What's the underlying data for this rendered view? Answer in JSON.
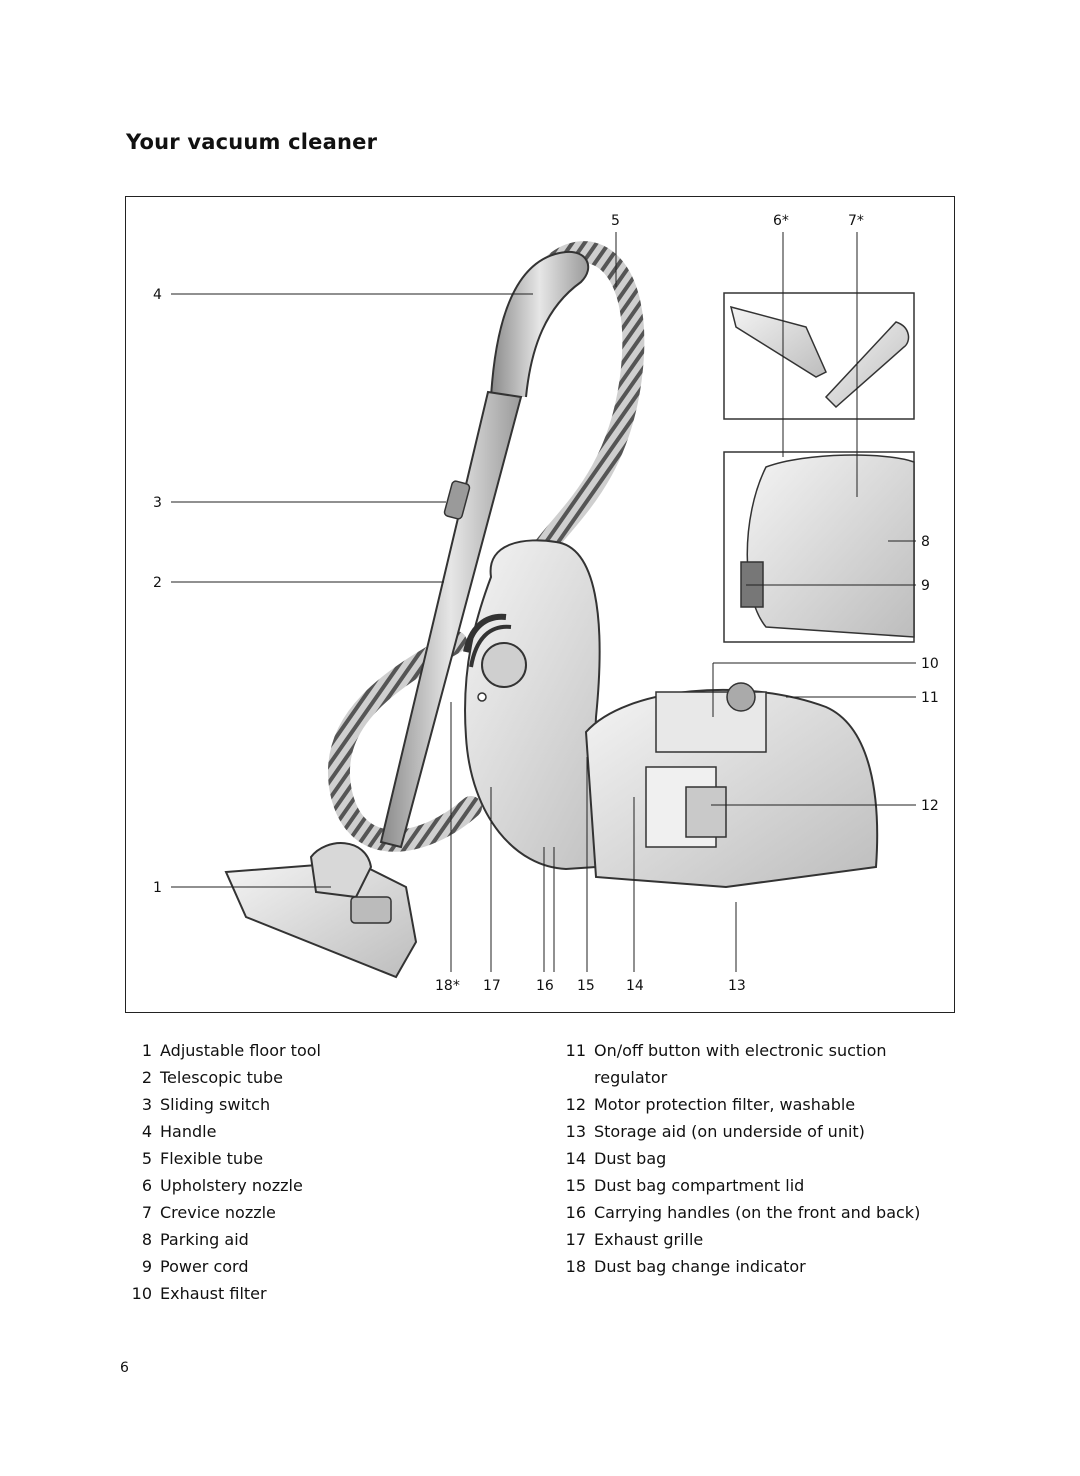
{
  "page": {
    "title": "Your vacuum cleaner",
    "page_number": "6"
  },
  "callouts": {
    "c1": "1",
    "c2": "2",
    "c3": "3",
    "c4": "4",
    "c5": "5",
    "c6": "6*",
    "c7": "7*",
    "c8": "8",
    "c9": "9",
    "c10": "10",
    "c11": "11",
    "c12": "12",
    "c13": "13",
    "c14": "14",
    "c15": "15",
    "c16": "16",
    "c17": "17",
    "c18": "18*"
  },
  "legend": {
    "left": [
      {
        "num": "1",
        "text": "Adjustable floor tool"
      },
      {
        "num": "2",
        "text": "Telescopic tube"
      },
      {
        "num": "3",
        "text": "Sliding switch"
      },
      {
        "num": "4",
        "text": "Handle"
      },
      {
        "num": "5",
        "text": "Flexible tube"
      },
      {
        "num": "6",
        "text": "Upholstery nozzle"
      },
      {
        "num": "7",
        "text": "Crevice nozzle"
      },
      {
        "num": "8",
        "text": "Parking aid"
      },
      {
        "num": "9",
        "text": "Power cord"
      },
      {
        "num": "10",
        "text": "Exhaust filter"
      }
    ],
    "right": [
      {
        "num": "11",
        "text": "On/off button with electronic suction regulator"
      },
      {
        "num": "12",
        "text": "Motor protection filter, washable"
      },
      {
        "num": "13",
        "text": "Storage aid (on underside of unit)"
      },
      {
        "num": "14",
        "text": "Dust bag"
      },
      {
        "num": "15",
        "text": "Dust bag compartment lid"
      },
      {
        "num": "16",
        "text": "Carrying handles (on the front and back)"
      },
      {
        "num": "17",
        "text": "Exhaust grille"
      },
      {
        "num": "18",
        "text": "Dust bag change indicator"
      }
    ]
  }
}
